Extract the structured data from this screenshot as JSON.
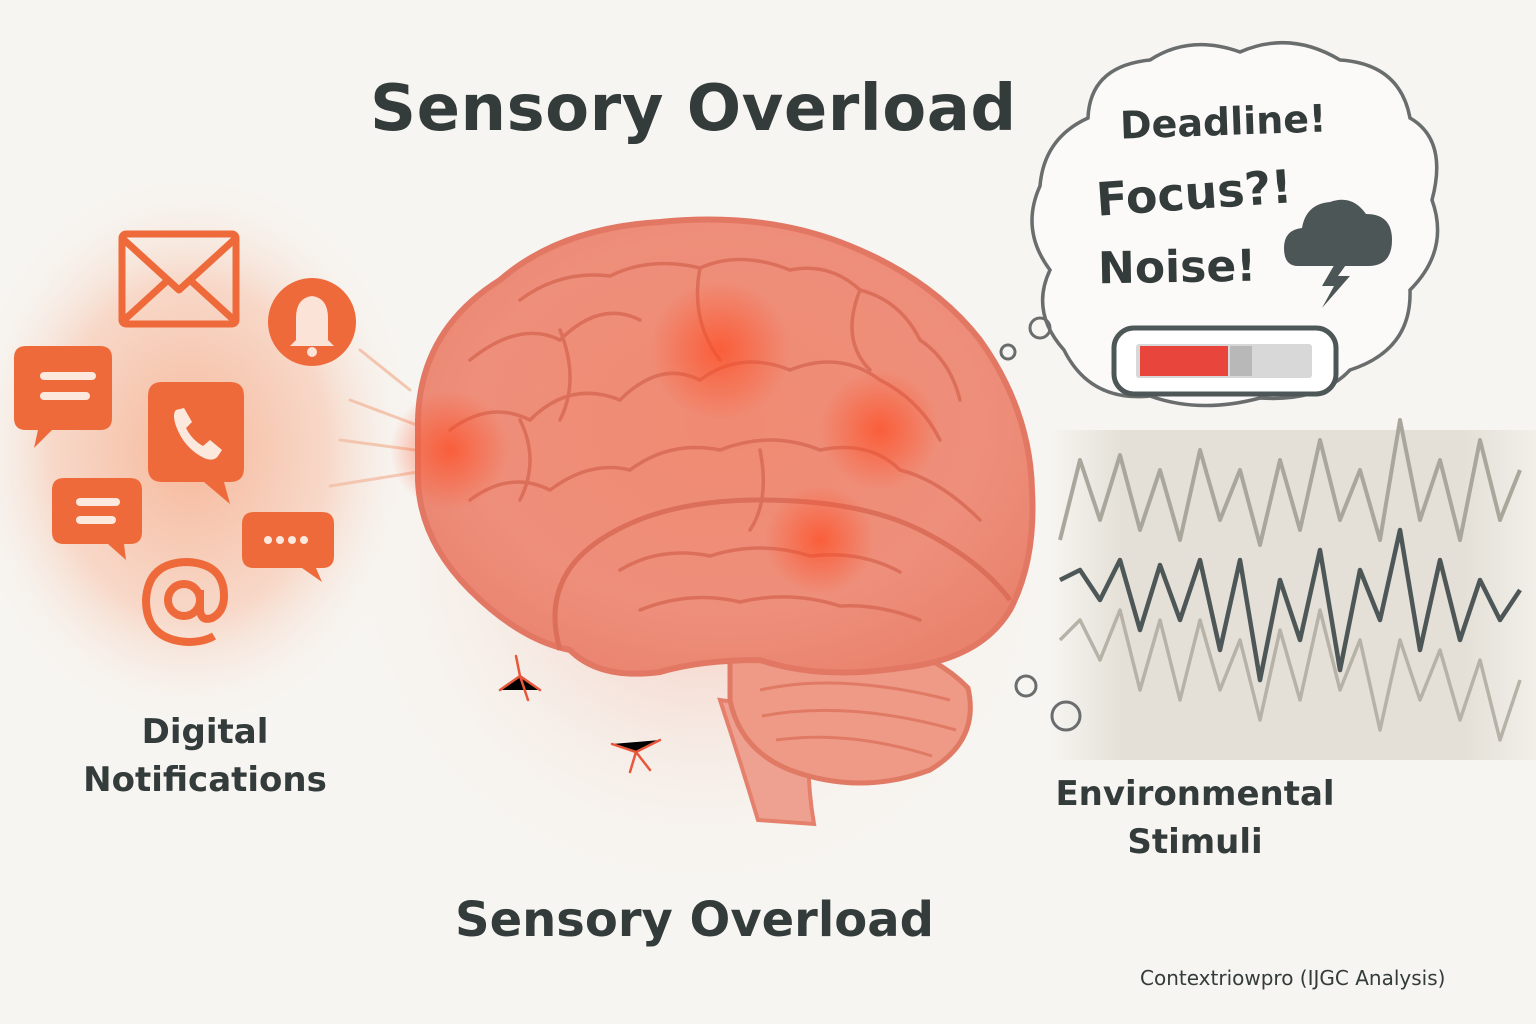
{
  "title_top": "Sensory Overload",
  "title_bottom": "Sensory Overload",
  "left_label": {
    "line1": "Digital",
    "line2": "Notifications"
  },
  "right_label": {
    "line1": "Environmental",
    "line2": "Stimuli"
  },
  "thought_bubble": {
    "line1": "Deadline!",
    "line2": "Focus?!",
    "line3": "Noise!",
    "battery_level_fraction": 0.6
  },
  "credit": "Contextriowpro (IJGC Analysis)",
  "icons": {
    "notifications": [
      "envelope-icon",
      "bell-icon",
      "chat-lines-icon",
      "phone-chat-icon",
      "chat-lines-small-icon",
      "chat-dots-icon",
      "at-sign-icon"
    ],
    "weather": "storm-cloud-icon",
    "battery": "low-battery-icon",
    "brain": "brain-illustration",
    "waves": "sound-wave-icon"
  },
  "colors": {
    "accent_orange": "#ee6a3a",
    "brain_pink": "#ec8a74",
    "text_dark": "#333b3b",
    "battery_red": "#e8453c",
    "wave_gray": "#4e5757"
  }
}
